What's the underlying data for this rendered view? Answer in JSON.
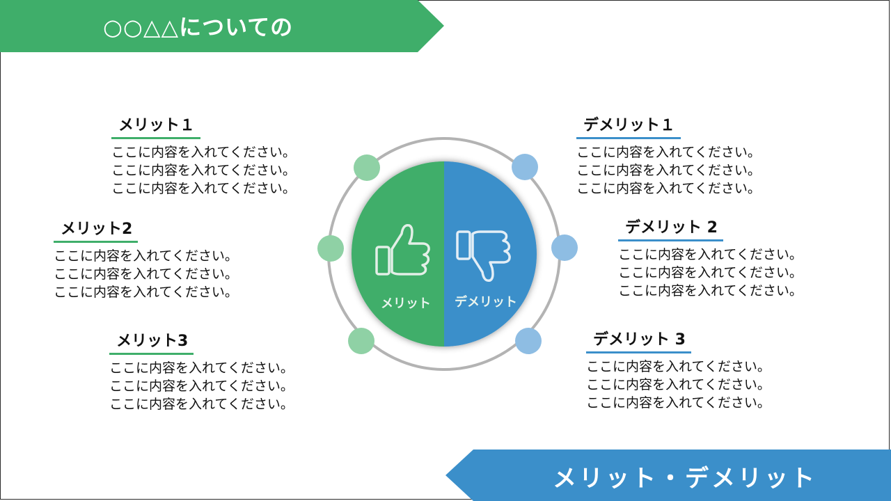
{
  "header": {
    "title": "○○△△についての"
  },
  "footer": {
    "title": "メリット・デメリット"
  },
  "center": {
    "merit_label": "メリット",
    "demerit_label": "デメリット"
  },
  "merits": [
    {
      "heading": "メリット１",
      "lines": [
        "ここに内容を入れてください。",
        "ここに内容を入れてください。",
        "ここに内容を入れてください。"
      ]
    },
    {
      "heading": "メリット2",
      "lines": [
        "ここに内容を入れてください。",
        "ここに内容を入れてください。",
        "ここに内容を入れてください。"
      ]
    },
    {
      "heading": "メリット3",
      "lines": [
        "ここに内容を入れてください。",
        "ここに内容を入れてください。",
        "ここに内容を入れてください。"
      ]
    }
  ],
  "demerits": [
    {
      "heading": "デメリット１",
      "lines": [
        "ここに内容を入れてください。",
        "ここに内容を入れてください。",
        "ここに内容を入れてください。"
      ]
    },
    {
      "heading": "デメリット 2",
      "lines": [
        "ここに内容を入れてください。",
        "ここに内容を入れてください。",
        "ここに内容を入れてください。"
      ]
    },
    {
      "heading": "デメリット 3",
      "lines": [
        "ここに内容を入れてください。",
        "ここに内容を入れてください。",
        "ここに内容を入れてください。"
      ]
    }
  ],
  "colors": {
    "merit": "#3fae6a",
    "merit_light": "#8fd1a5",
    "demerit": "#3b8fca",
    "demerit_light": "#8ebde3",
    "ring": "#b3b3b3"
  },
  "icons": {
    "merit": "thumbs-up-icon",
    "demerit": "thumbs-down-icon"
  }
}
